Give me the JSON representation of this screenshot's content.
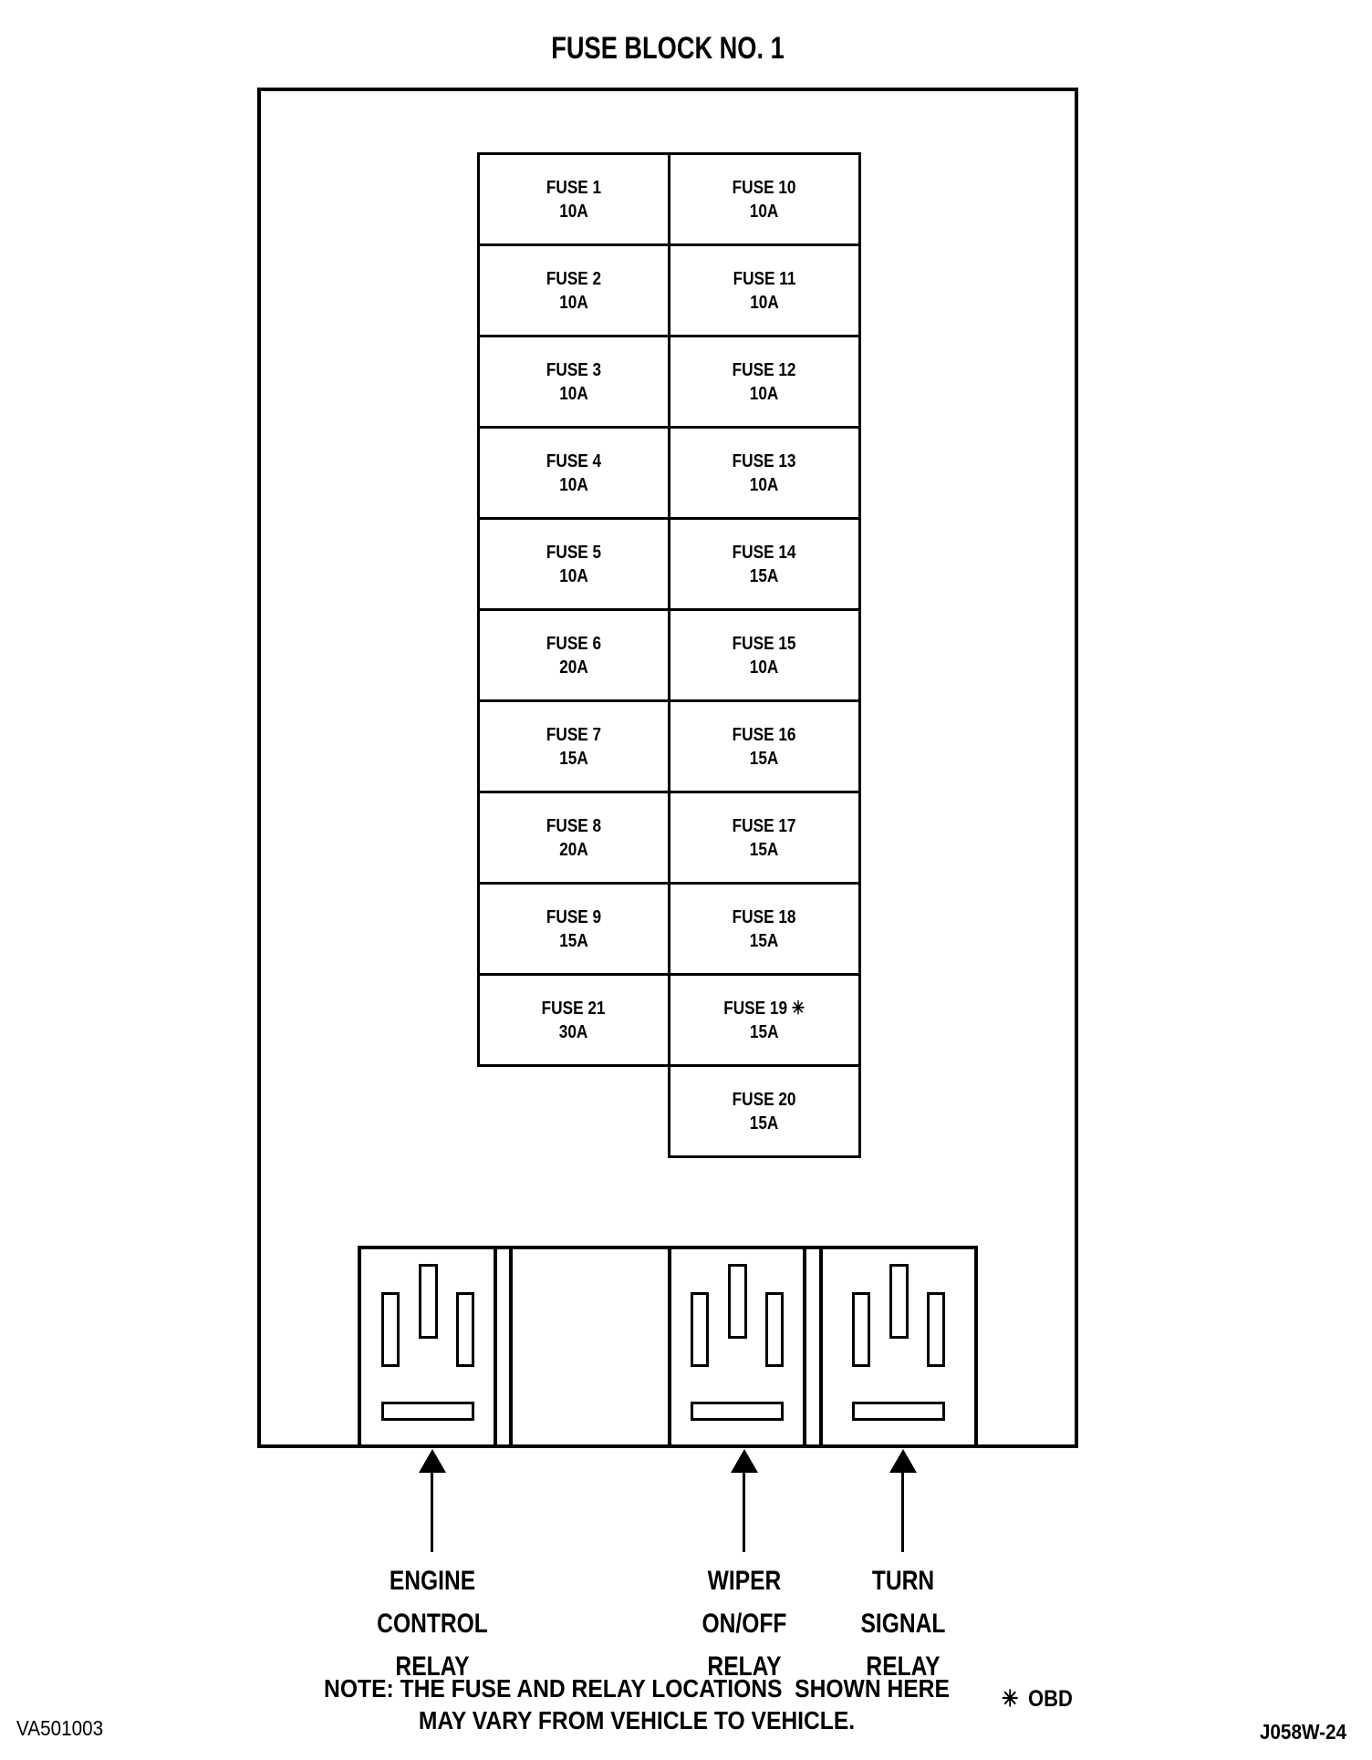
{
  "title": "FUSE BLOCK NO. 1",
  "fuse_table": {
    "left_column": [
      {
        "name": "FUSE 1",
        "amps": "10A"
      },
      {
        "name": "FUSE 2",
        "amps": "10A"
      },
      {
        "name": "FUSE 3",
        "amps": "10A"
      },
      {
        "name": "FUSE 4",
        "amps": "10A"
      },
      {
        "name": "FUSE 5",
        "amps": "10A"
      },
      {
        "name": "FUSE 6",
        "amps": "20A"
      },
      {
        "name": "FUSE 7",
        "amps": "15A"
      },
      {
        "name": "FUSE 8",
        "amps": "20A"
      },
      {
        "name": "FUSE 9",
        "amps": "15A"
      },
      {
        "name": "FUSE 21",
        "amps": "30A"
      }
    ],
    "right_column": [
      {
        "name": "FUSE 10",
        "amps": "10A"
      },
      {
        "name": "FUSE 11",
        "amps": "10A"
      },
      {
        "name": "FUSE 12",
        "amps": "10A"
      },
      {
        "name": "FUSE 13",
        "amps": "10A"
      },
      {
        "name": "FUSE 14",
        "amps": "15A"
      },
      {
        "name": "FUSE 15",
        "amps": "10A"
      },
      {
        "name": "FUSE 16",
        "amps": "15A"
      },
      {
        "name": "FUSE 17",
        "amps": "15A"
      },
      {
        "name": "FUSE 18",
        "amps": "15A"
      },
      {
        "name": "FUSE 19 ✳",
        "amps": "15A"
      },
      {
        "name": "FUSE 20",
        "amps": "15A"
      }
    ]
  },
  "relays": [
    {
      "label": "ENGINE\nCONTROL\nRELAY"
    },
    {
      "label": "WIPER\nON/OFF\nRELAY"
    },
    {
      "label": "TURN\nSIGNAL\nRELAY"
    }
  ],
  "note": "NOTE: THE FUSE AND RELAY LOCATIONS  SHOWN HERE\nMAY VARY FROM VEHICLE TO VEHICLE.",
  "obd_legend": {
    "symbol": "✳",
    "text": "OBD"
  },
  "footer": {
    "doc_code_left": "VA501003",
    "doc_code_right": "J058W-24"
  },
  "colors": {
    "ink": "#000000",
    "paper": "#ffffff"
  }
}
